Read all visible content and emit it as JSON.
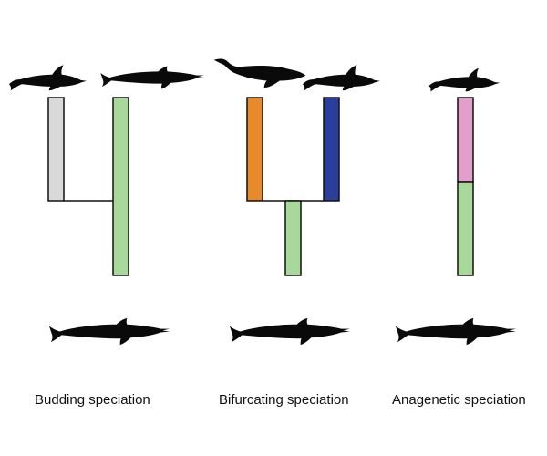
{
  "captions": {
    "budding": "Budding speciation",
    "bifurcating": "Bifurcating speciation",
    "anagenetic": "Anagenetic speciation"
  },
  "colors": {
    "grey": "#d9d9d9",
    "green": "#a8d99a",
    "orange": "#e88a2a",
    "blue": "#2c3e9c",
    "pink": "#e39fcb",
    "outline": "#111111",
    "silhouette": "#0a0a0a"
  },
  "icons": {
    "ancestor": "beaked-whale-silhouette-icon",
    "dolphin": "dolphin-silhouette-icon",
    "humpback": "humpback-whale-silhouette-icon"
  }
}
